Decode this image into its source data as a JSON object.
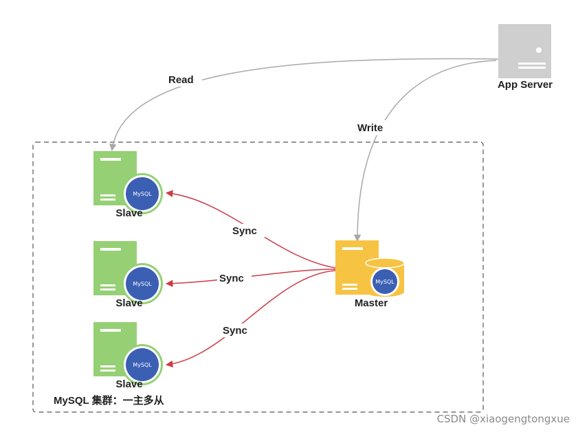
{
  "diagram": {
    "app_server": {
      "label": "App Server",
      "icon": "server-icon",
      "color": "#cfcfcf"
    },
    "master": {
      "label": "Master",
      "icon": "mysql-server-icon",
      "color": "#f7c343"
    },
    "slaves": [
      {
        "label": "Slave",
        "icon": "mysql-server-icon"
      },
      {
        "label": "Slave",
        "icon": "mysql-server-icon"
      },
      {
        "label": "Slave",
        "icon": "mysql-server-icon"
      }
    ],
    "slave_color": "#95d074",
    "mysql_badge_color": "#3a5fb3",
    "mysql_badge_text": "MySQL",
    "edges": {
      "read": "Read",
      "write": "Write",
      "sync": [
        "Sync",
        "Sync",
        "Sync"
      ]
    },
    "edge_colors": {
      "app": "#a8a8a8",
      "sync": "#cc3b46"
    },
    "cluster_label": "MySQL 集群：一主多从",
    "watermark": "CSDN @xiaogengtongxue"
  }
}
